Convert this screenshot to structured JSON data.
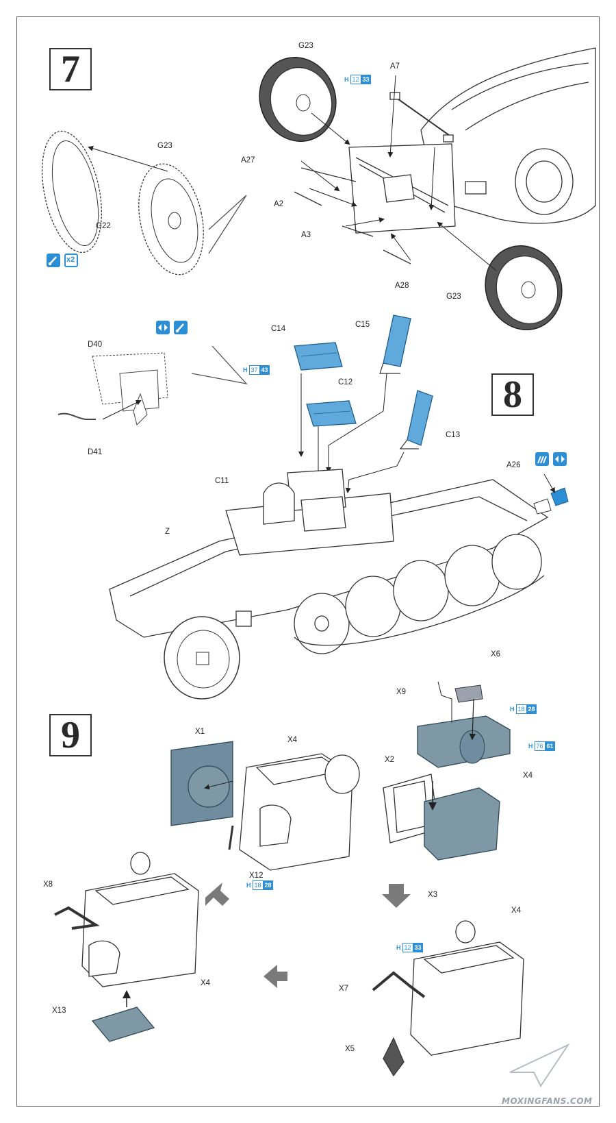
{
  "steps": {
    "s7": "7",
    "s8": "8",
    "s9": "9"
  },
  "step7": {
    "labels": {
      "g23_top": "G23",
      "a7": "A7",
      "a27": "A27",
      "a2": "A2",
      "a3": "A3",
      "a28": "A28",
      "g23_bottom": "G23"
    },
    "paint": {
      "h": "H",
      "a": "12",
      "b": "33"
    },
    "inset": {
      "g23": "G23",
      "g22": "G22",
      "multiplier": "x2",
      "icons": [
        "paint-brush-icon",
        "times-two-icon"
      ]
    }
  },
  "step8": {
    "labels": {
      "c14": "C14",
      "c15": "C15",
      "c12": "C12",
      "c13": "C13",
      "a26": "A26",
      "c11": "C11",
      "z": "Z"
    },
    "paint": {
      "h": "H",
      "a": "37",
      "b": "43"
    },
    "inset": {
      "d40": "D40",
      "d41": "D41",
      "icons": [
        "glue-icon",
        "paint-brush-icon"
      ]
    },
    "a26_icons": [
      "photo-etch-icon",
      "glue-icon"
    ]
  },
  "step9": {
    "labels": {
      "x1": "X1",
      "x4_a": "X4",
      "x6": "X6",
      "x9": "X9",
      "x2": "X2",
      "x4_b": "X4",
      "x12": "X12",
      "x3": "X3",
      "x8": "X8",
      "x4_c": "X4",
      "x4_d": "X4",
      "x7": "X7",
      "x13": "X13",
      "x5": "X5"
    },
    "paint_x6": {
      "h": "H",
      "a": "18",
      "b": "28"
    },
    "paint_x4": {
      "h": "H",
      "a": "76",
      "b": "61"
    },
    "paint_x12": {
      "h": "H",
      "a": "18",
      "b": "28"
    },
    "paint_x7": {
      "h": "H",
      "a": "12",
      "b": "33"
    }
  },
  "watermark": "MOXINGFANS.COM",
  "colors": {
    "accent_blue": "#2c8fd6",
    "part_blue": "#5fa9dc",
    "part_gray": "#7f98a6"
  }
}
